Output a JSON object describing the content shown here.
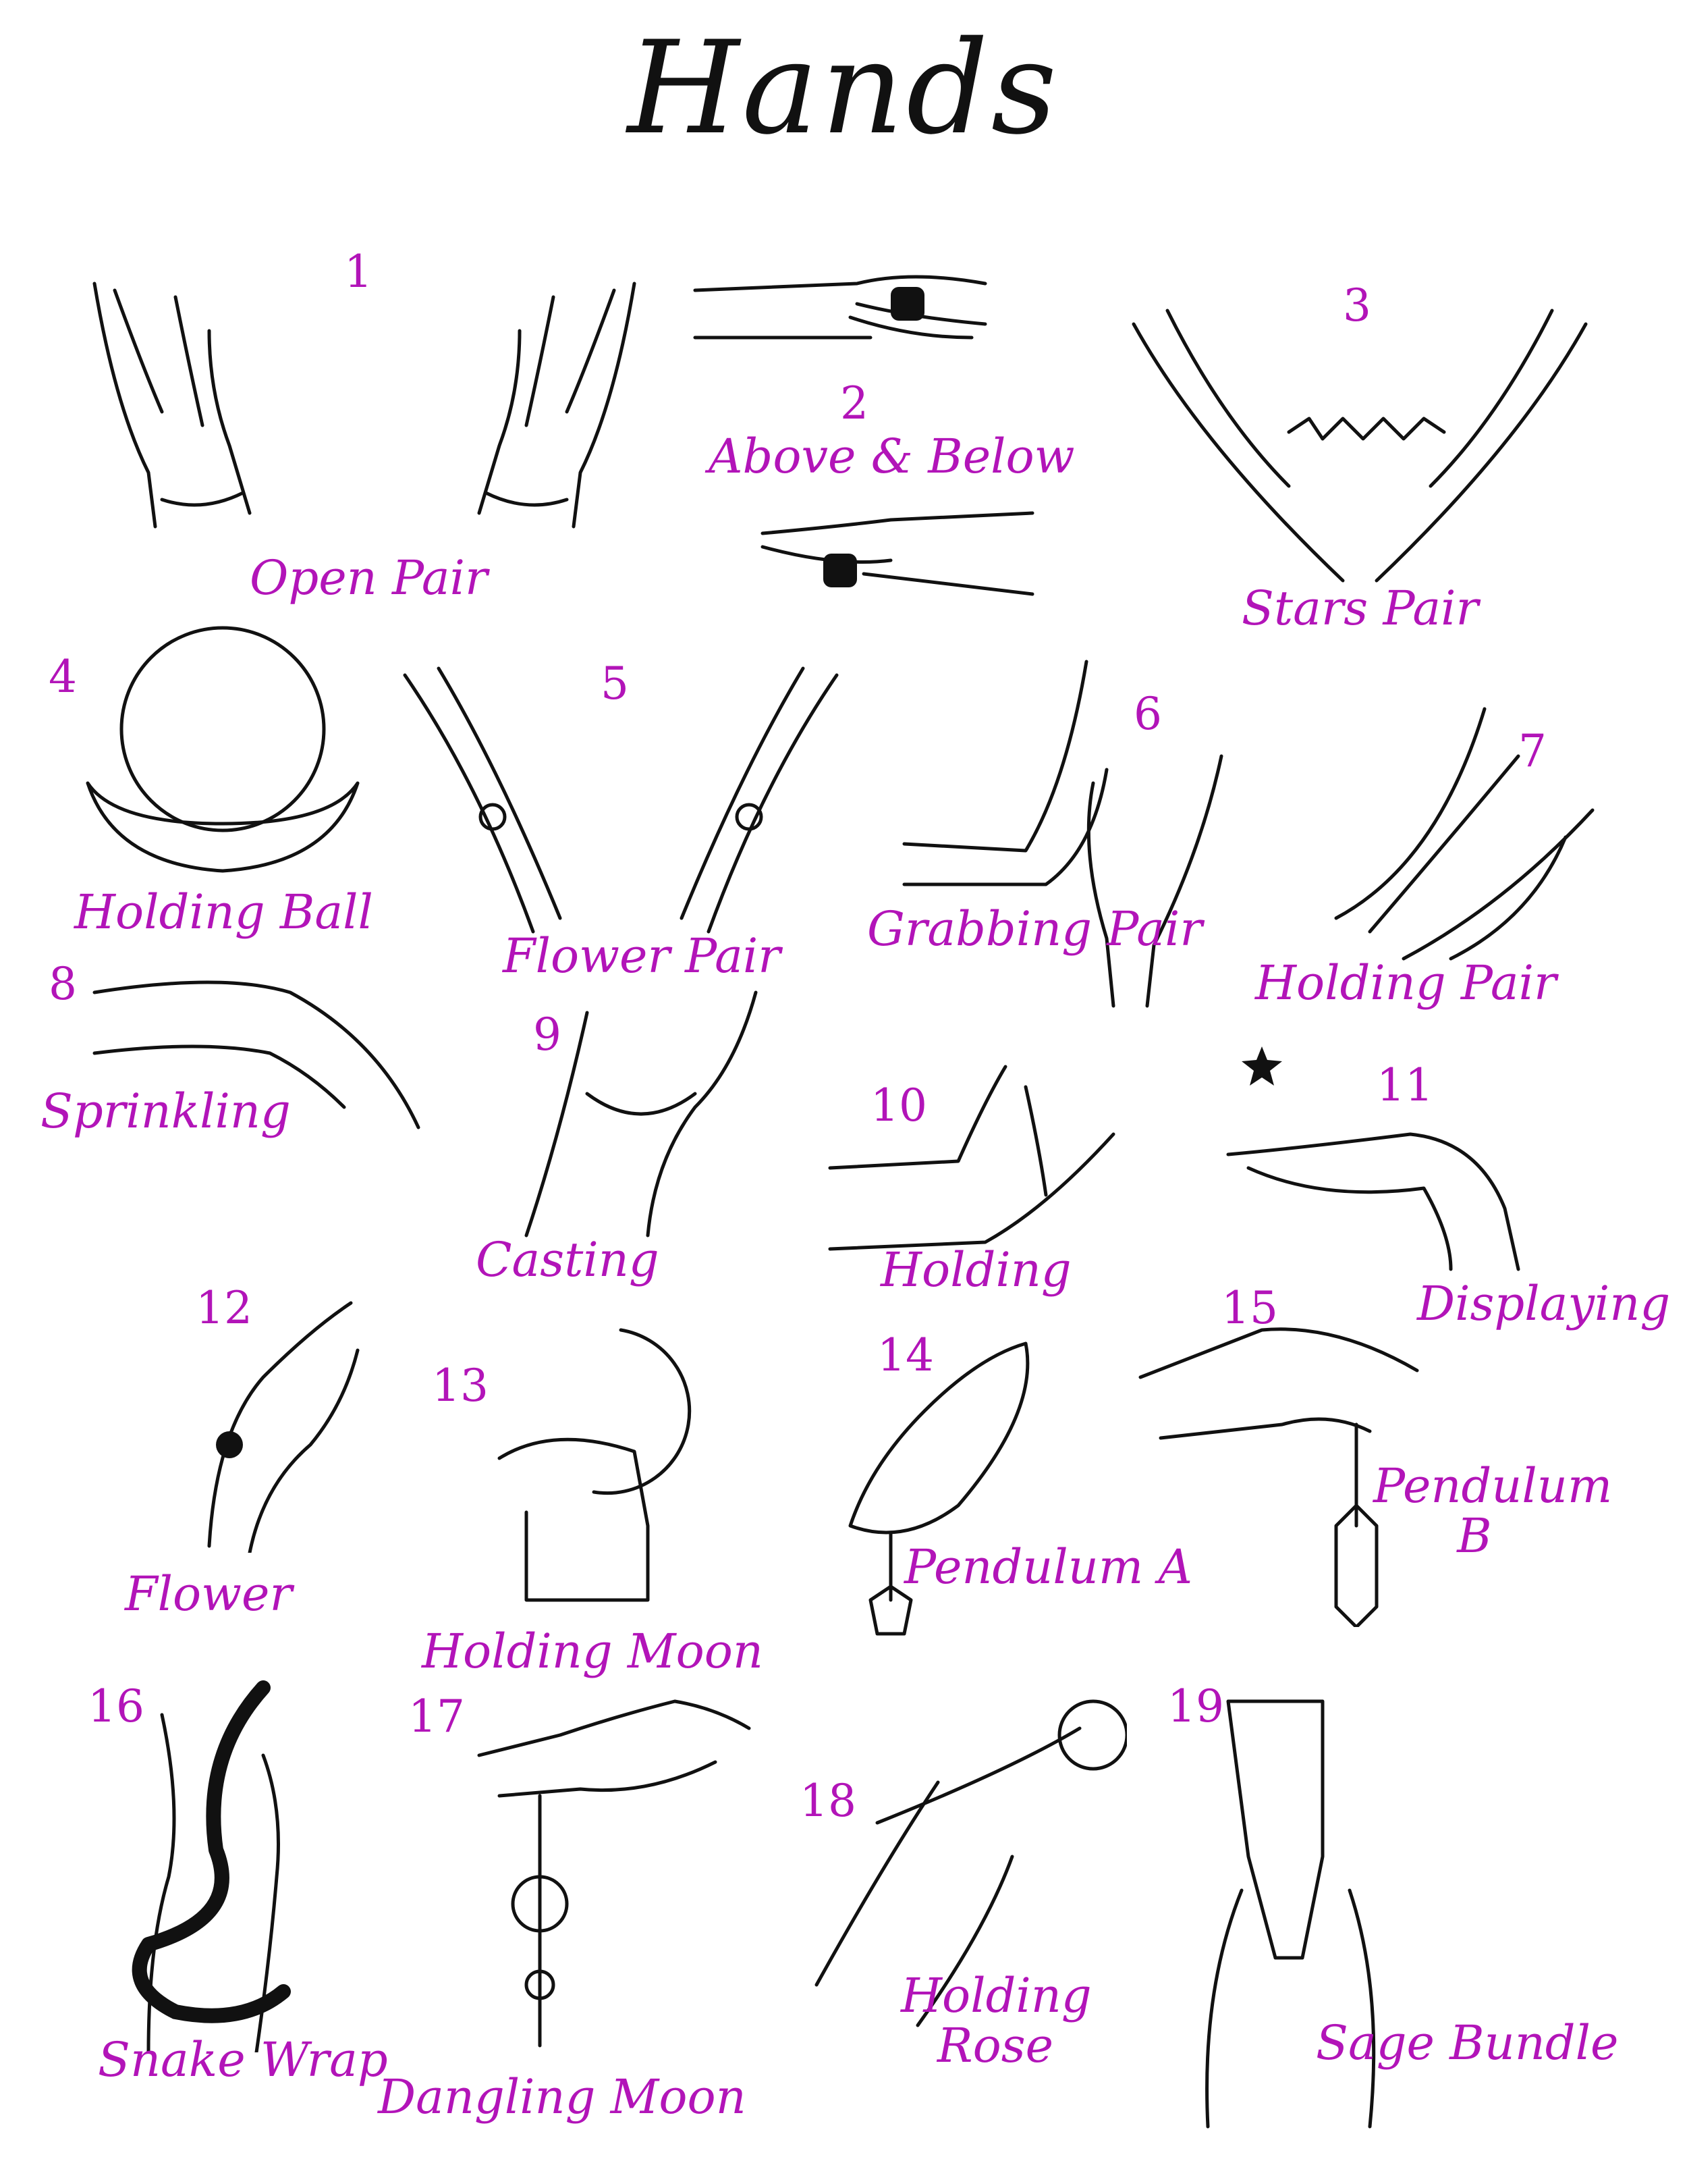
{
  "title": "Hands",
  "colors": {
    "label": "#b214b8",
    "ink": "#111111",
    "background": "#ffffff"
  },
  "items": [
    {
      "num": "1",
      "label": "Open Pair"
    },
    {
      "num": "2",
      "label": "Above & Below"
    },
    {
      "num": "3",
      "label": "Stars Pair"
    },
    {
      "num": "4",
      "label": "Holding Ball"
    },
    {
      "num": "5",
      "label": "Flower Pair"
    },
    {
      "num": "6",
      "label": "Grabbing Pair"
    },
    {
      "num": "7",
      "label": "Holding Pair"
    },
    {
      "num": "8",
      "label": "Sprinkling"
    },
    {
      "num": "9",
      "label": "Casting"
    },
    {
      "num": "10",
      "label": "Holding"
    },
    {
      "num": "11",
      "label": "Displaying"
    },
    {
      "num": "12",
      "label": "Flower"
    },
    {
      "num": "13",
      "label": "Holding Moon"
    },
    {
      "num": "14",
      "label": "Pendulum A"
    },
    {
      "num": "15",
      "label": "Pendulum B"
    },
    {
      "num": "16",
      "label": "Snake Wrap"
    },
    {
      "num": "17",
      "label": "Dangling Moon"
    },
    {
      "num": "18",
      "label": "Holding Rose"
    },
    {
      "num": "19",
      "label": "Sage Bundle"
    }
  ]
}
